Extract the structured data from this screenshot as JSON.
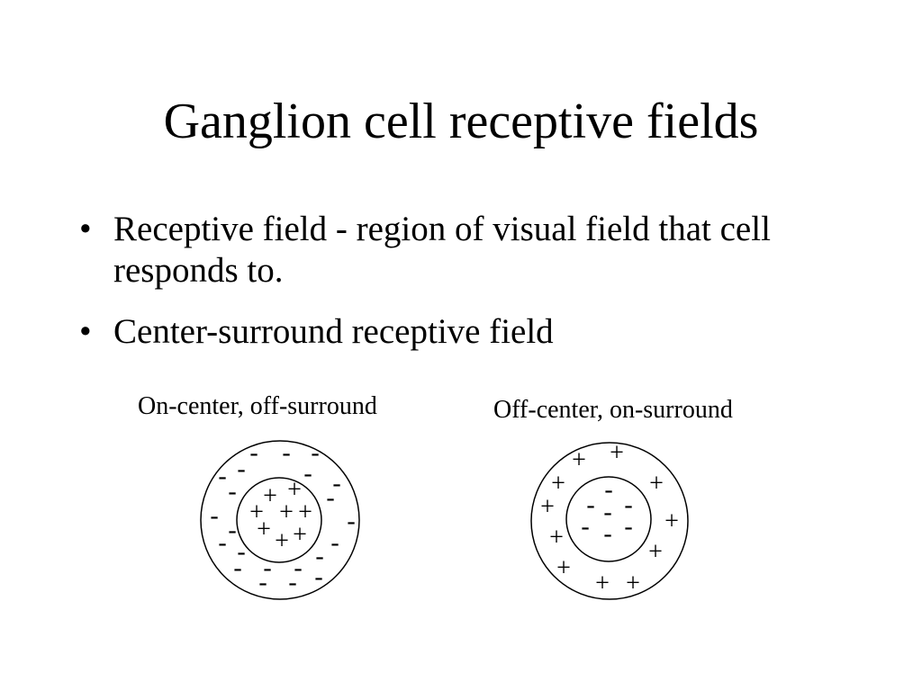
{
  "title": "Ganglion cell receptive fields",
  "bullets": [
    "Receptive field - region of visual field that cell responds to.",
    "Center-surround receptive field"
  ],
  "diagrams": {
    "on_center": {
      "caption": "On-center, off-surround",
      "center_sign": "+",
      "surround_sign": "-"
    },
    "off_center": {
      "caption": "Off-center, on-surround",
      "center_sign": "-",
      "surround_sign": "+"
    }
  }
}
